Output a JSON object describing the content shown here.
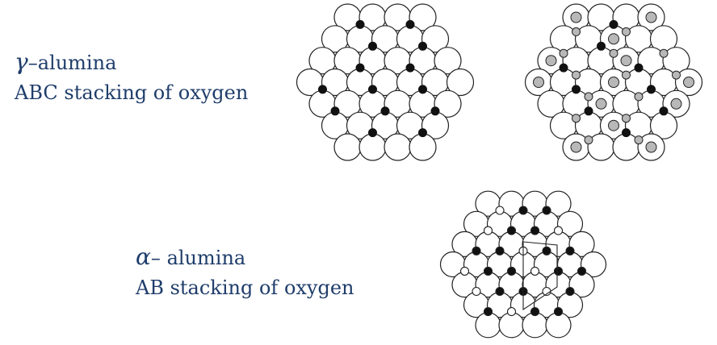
{
  "gamma": {
    "symbol": "γ",
    "dash": "–",
    "name": "alumina",
    "caption": "ABC stacking of oxygen"
  },
  "alpha": {
    "symbol": "α",
    "dash": "– ",
    "name": "alumina",
    "caption": "AB stacking of oxygen"
  },
  "colors": {
    "text": "#1f3d6b",
    "oxygen_fill": "#ffffff",
    "outline": "#222222",
    "cation_filled": "#111111",
    "cation_secondary": "#b8b8b8",
    "vacancy": "#ffffff"
  }
}
